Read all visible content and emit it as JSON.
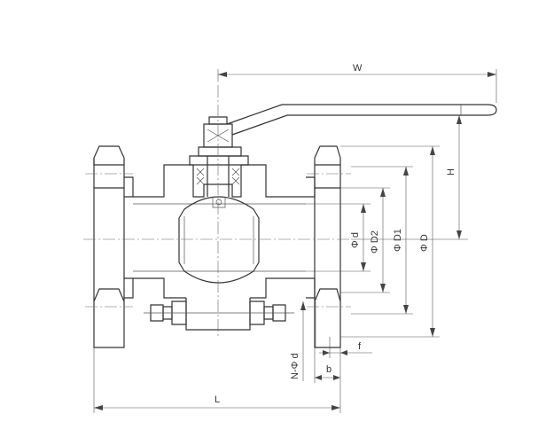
{
  "labels": {
    "W": "W",
    "H": "H",
    "L": "L",
    "D": "Φ D",
    "D1": "Φ D1",
    "D2": "Φ D2",
    "d": "Φ d",
    "Nd": "N-Φ d",
    "b": "b",
    "f": "f"
  }
}
